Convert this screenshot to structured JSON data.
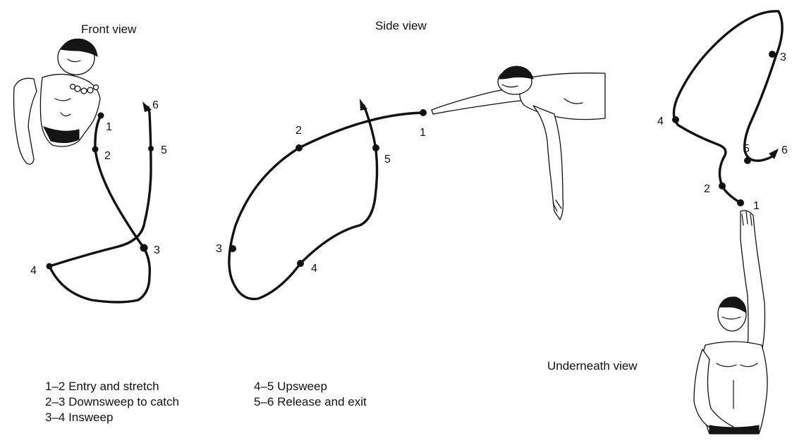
{
  "views": {
    "front": {
      "title": "Front view",
      "points": [
        "1",
        "2",
        "3",
        "4",
        "5",
        "6"
      ]
    },
    "side": {
      "title": "Side view",
      "points": [
        "1",
        "2",
        "3",
        "4",
        "5"
      ]
    },
    "underneath": {
      "title": "Underneath view",
      "points": [
        "1",
        "2",
        "3",
        "4",
        "5",
        "6"
      ]
    }
  },
  "legend": {
    "items": [
      "1–2 Entry and stretch",
      "2–3 Downsweep to catch",
      "3–4 Insweep",
      "4–5 Upsweep",
      "5–6 Release and exit"
    ]
  },
  "colors": {
    "ink": "#111111",
    "background": "#ffffff"
  }
}
